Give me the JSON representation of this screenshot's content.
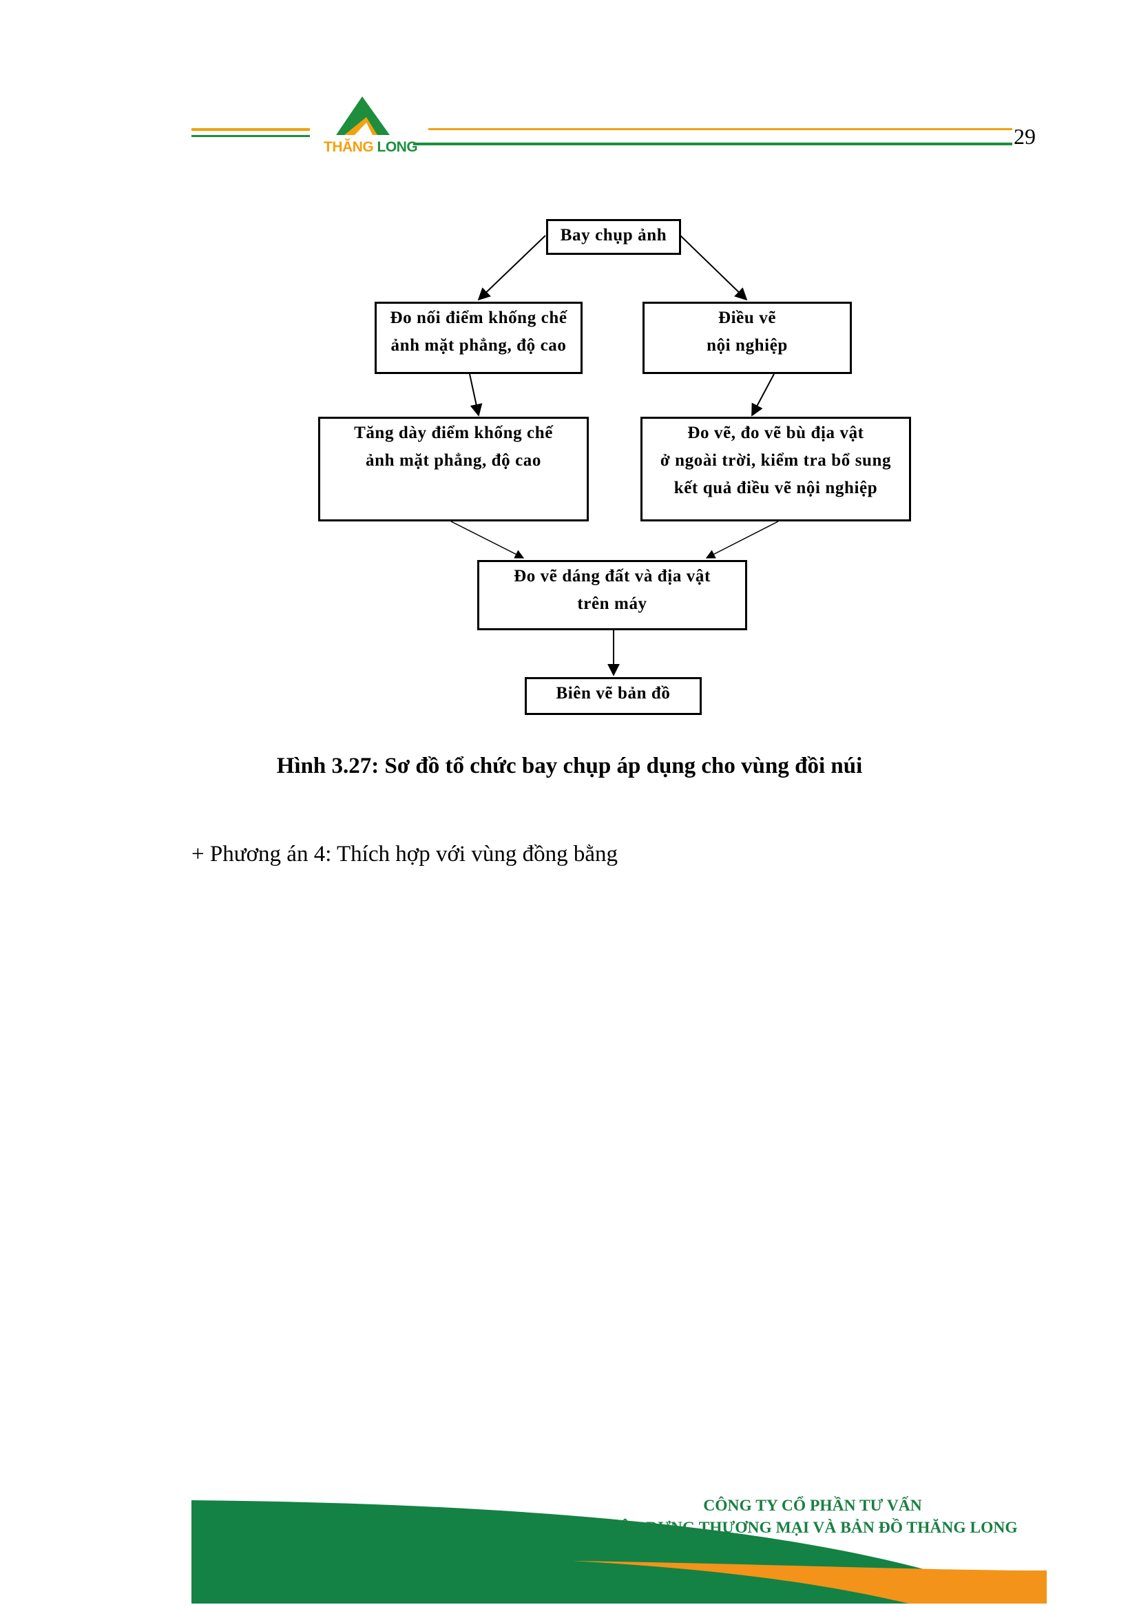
{
  "header": {
    "logo_name": "THĂNG LONG",
    "logo_part1": "THĂNG",
    "logo_part2": "LONG",
    "page_number": "29",
    "colors": {
      "green": "#1e8e3e",
      "orange": "#f2a20f"
    }
  },
  "diagram": {
    "boxes": {
      "bay_chup_anh": [
        "Bay chụp ảnh"
      ],
      "do_noi_diem": [
        "Đo nối điểm khống chế",
        "ảnh mặt phẳng, độ cao"
      ],
      "dieu_ve": [
        "Điều vẽ",
        "nội nghiệp"
      ],
      "tang_day": [
        "Tăng dày điểm khống chế",
        "ảnh mặt phẳng, độ cao"
      ],
      "do_ve_bu": [
        "Đo vẽ, đo vẽ bù địa vật",
        "ở ngoài trời, kiểm tra bổ sung",
        "kết quả điều vẽ nội nghiệp"
      ],
      "do_ve_dang_dat": [
        "Đo vẽ dáng đất và địa vật",
        "trên máy"
      ],
      "bien_ve": [
        "Biên vẽ bản đồ"
      ]
    }
  },
  "caption": "Hình 3.27: Sơ đồ tổ chức bay chụp áp dụng cho vùng đồi núi",
  "body_text": "+ Phương án 4: Thích hợp với vùng đồng bằng",
  "footer": {
    "company_line1": "CÔNG TY CỔ PHẦN TƯ VẤN",
    "company_line2": "XÂY DỰNG THƯƠNG MẠI VÀ BẢN ĐỒ THĂNG LONG",
    "colors": {
      "green": "#138244",
      "orange": "#f39319"
    }
  }
}
